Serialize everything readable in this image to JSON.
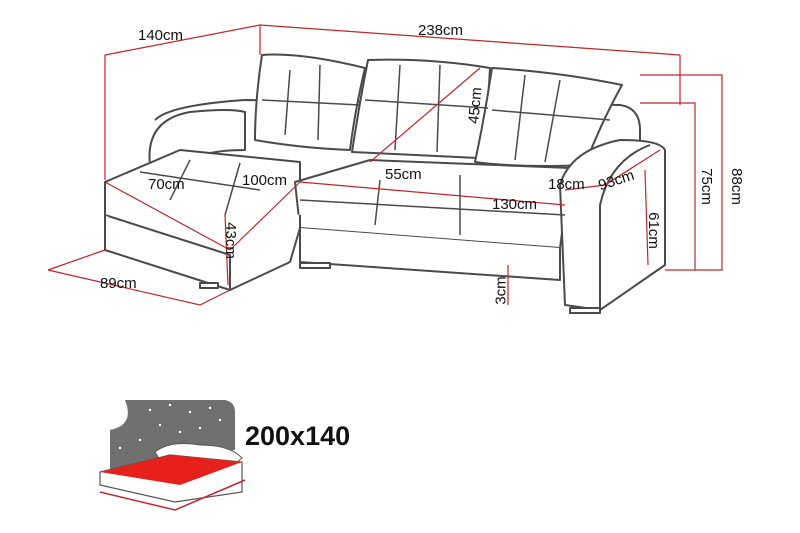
{
  "dimensions": {
    "depth_chaise": "140cm",
    "total_width": "238cm",
    "back_cushion_height": "45cm",
    "armrest_height": "75cm",
    "total_height": "88cm",
    "chaise_seat_width": "70cm",
    "chaise_seat_depth": "100cm",
    "seat_depth": "55cm",
    "armrest_width": "18cm",
    "arm_depth": "93cm",
    "seat_width": "130cm",
    "seat_height_chaise": "43cm",
    "seat_height_side": "61cm",
    "chaise_width": "89cm",
    "leg_height": "3cm"
  },
  "bed": {
    "size_label": "200x140"
  },
  "colors": {
    "dimension_line": "#c0262d",
    "outline": "#4a4a4a",
    "bed_sheet": "#e8201c",
    "night_sky": "#707070"
  }
}
